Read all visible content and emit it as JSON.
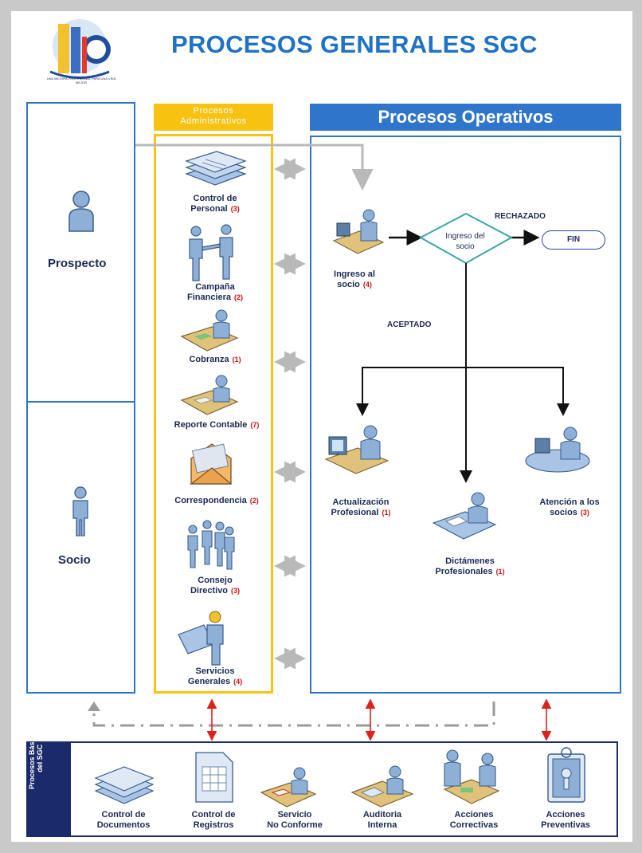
{
  "title": "PROCESOS GENERALES SGC",
  "logo_caption": "UNA MEJORA PROFESIONAL PARA UNA VIDA MEJOR",
  "colors": {
    "title": "#1f72c4",
    "admin": "#f7c210",
    "operativos": "#2f75cc",
    "bordes": "#2f75cc",
    "flecha_roja": "#e0201a",
    "numero": "#cc1111"
  },
  "clientes": {
    "top": "Prospecto",
    "bottom": "Socio"
  },
  "admin": {
    "header": [
      "Procesos",
      "Administrativos"
    ],
    "items": [
      {
        "icon": "documents-stack-icon",
        "label": [
          "Control de",
          "Personal"
        ],
        "num": "(3)"
      },
      {
        "icon": "handshake-people-icon",
        "label": [
          "Campaña",
          "Financiera"
        ],
        "num": "(2)"
      },
      {
        "icon": "person-desk-money-icon",
        "label": [
          "Cobranza"
        ],
        "num": "(1)"
      },
      {
        "icon": "person-desk-papers-icon",
        "label": [
          "Reporte Contable"
        ],
        "num": "(7)"
      },
      {
        "icon": "envelope-icon",
        "label": [
          "Correspondencia"
        ],
        "num": "(2)"
      },
      {
        "icon": "group-people-icon",
        "label": [
          "Consejo",
          "Directivo"
        ],
        "num": "(3)"
      },
      {
        "icon": "worker-blueprint-icon",
        "label": [
          "Servicios",
          "Generales"
        ],
        "num": "(4)"
      }
    ]
  },
  "operativos": {
    "header": "Procesos Operativos",
    "ingreso": {
      "icon": "person-computer-icon",
      "label": [
        "Ingreso al",
        "socio"
      ],
      "num": "(4)"
    },
    "decision": [
      "Ingreso del",
      "socio"
    ],
    "rechazado": "RECHAZADO",
    "aceptado": "ACEPTADO",
    "fin": "FIN",
    "branches": [
      {
        "icon": "person-computer-icon",
        "label": [
          "Actualización",
          "Profesional"
        ],
        "num": "(1)"
      },
      {
        "icon": "person-table-papers-icon",
        "label": [
          "Dictámenes",
          "Profesionales"
        ],
        "num": "(1)"
      },
      {
        "icon": "person-callcenter-icon",
        "label": [
          "Atención a los",
          "socios"
        ],
        "num": "(3)"
      }
    ]
  },
  "basicos": {
    "side_label": [
      "Procesos Básicos",
      "del SGC"
    ],
    "items": [
      {
        "icon": "documents-stack-icon",
        "label": [
          "Control de",
          "Documentos"
        ]
      },
      {
        "icon": "spreadsheet-page-icon",
        "label": [
          "Control de",
          "Registros"
        ]
      },
      {
        "icon": "person-desk-red-icon",
        "label": [
          "Servicio",
          "No Conforme"
        ]
      },
      {
        "icon": "person-desk-papers-icon",
        "label": [
          "Auditoria",
          "Interna"
        ]
      },
      {
        "icon": "handshake-desk-icon",
        "label": [
          "Acciones",
          "Correctivas"
        ]
      },
      {
        "icon": "id-badge-icon",
        "label": [
          "Acciones",
          "Preventivas"
        ]
      }
    ]
  }
}
